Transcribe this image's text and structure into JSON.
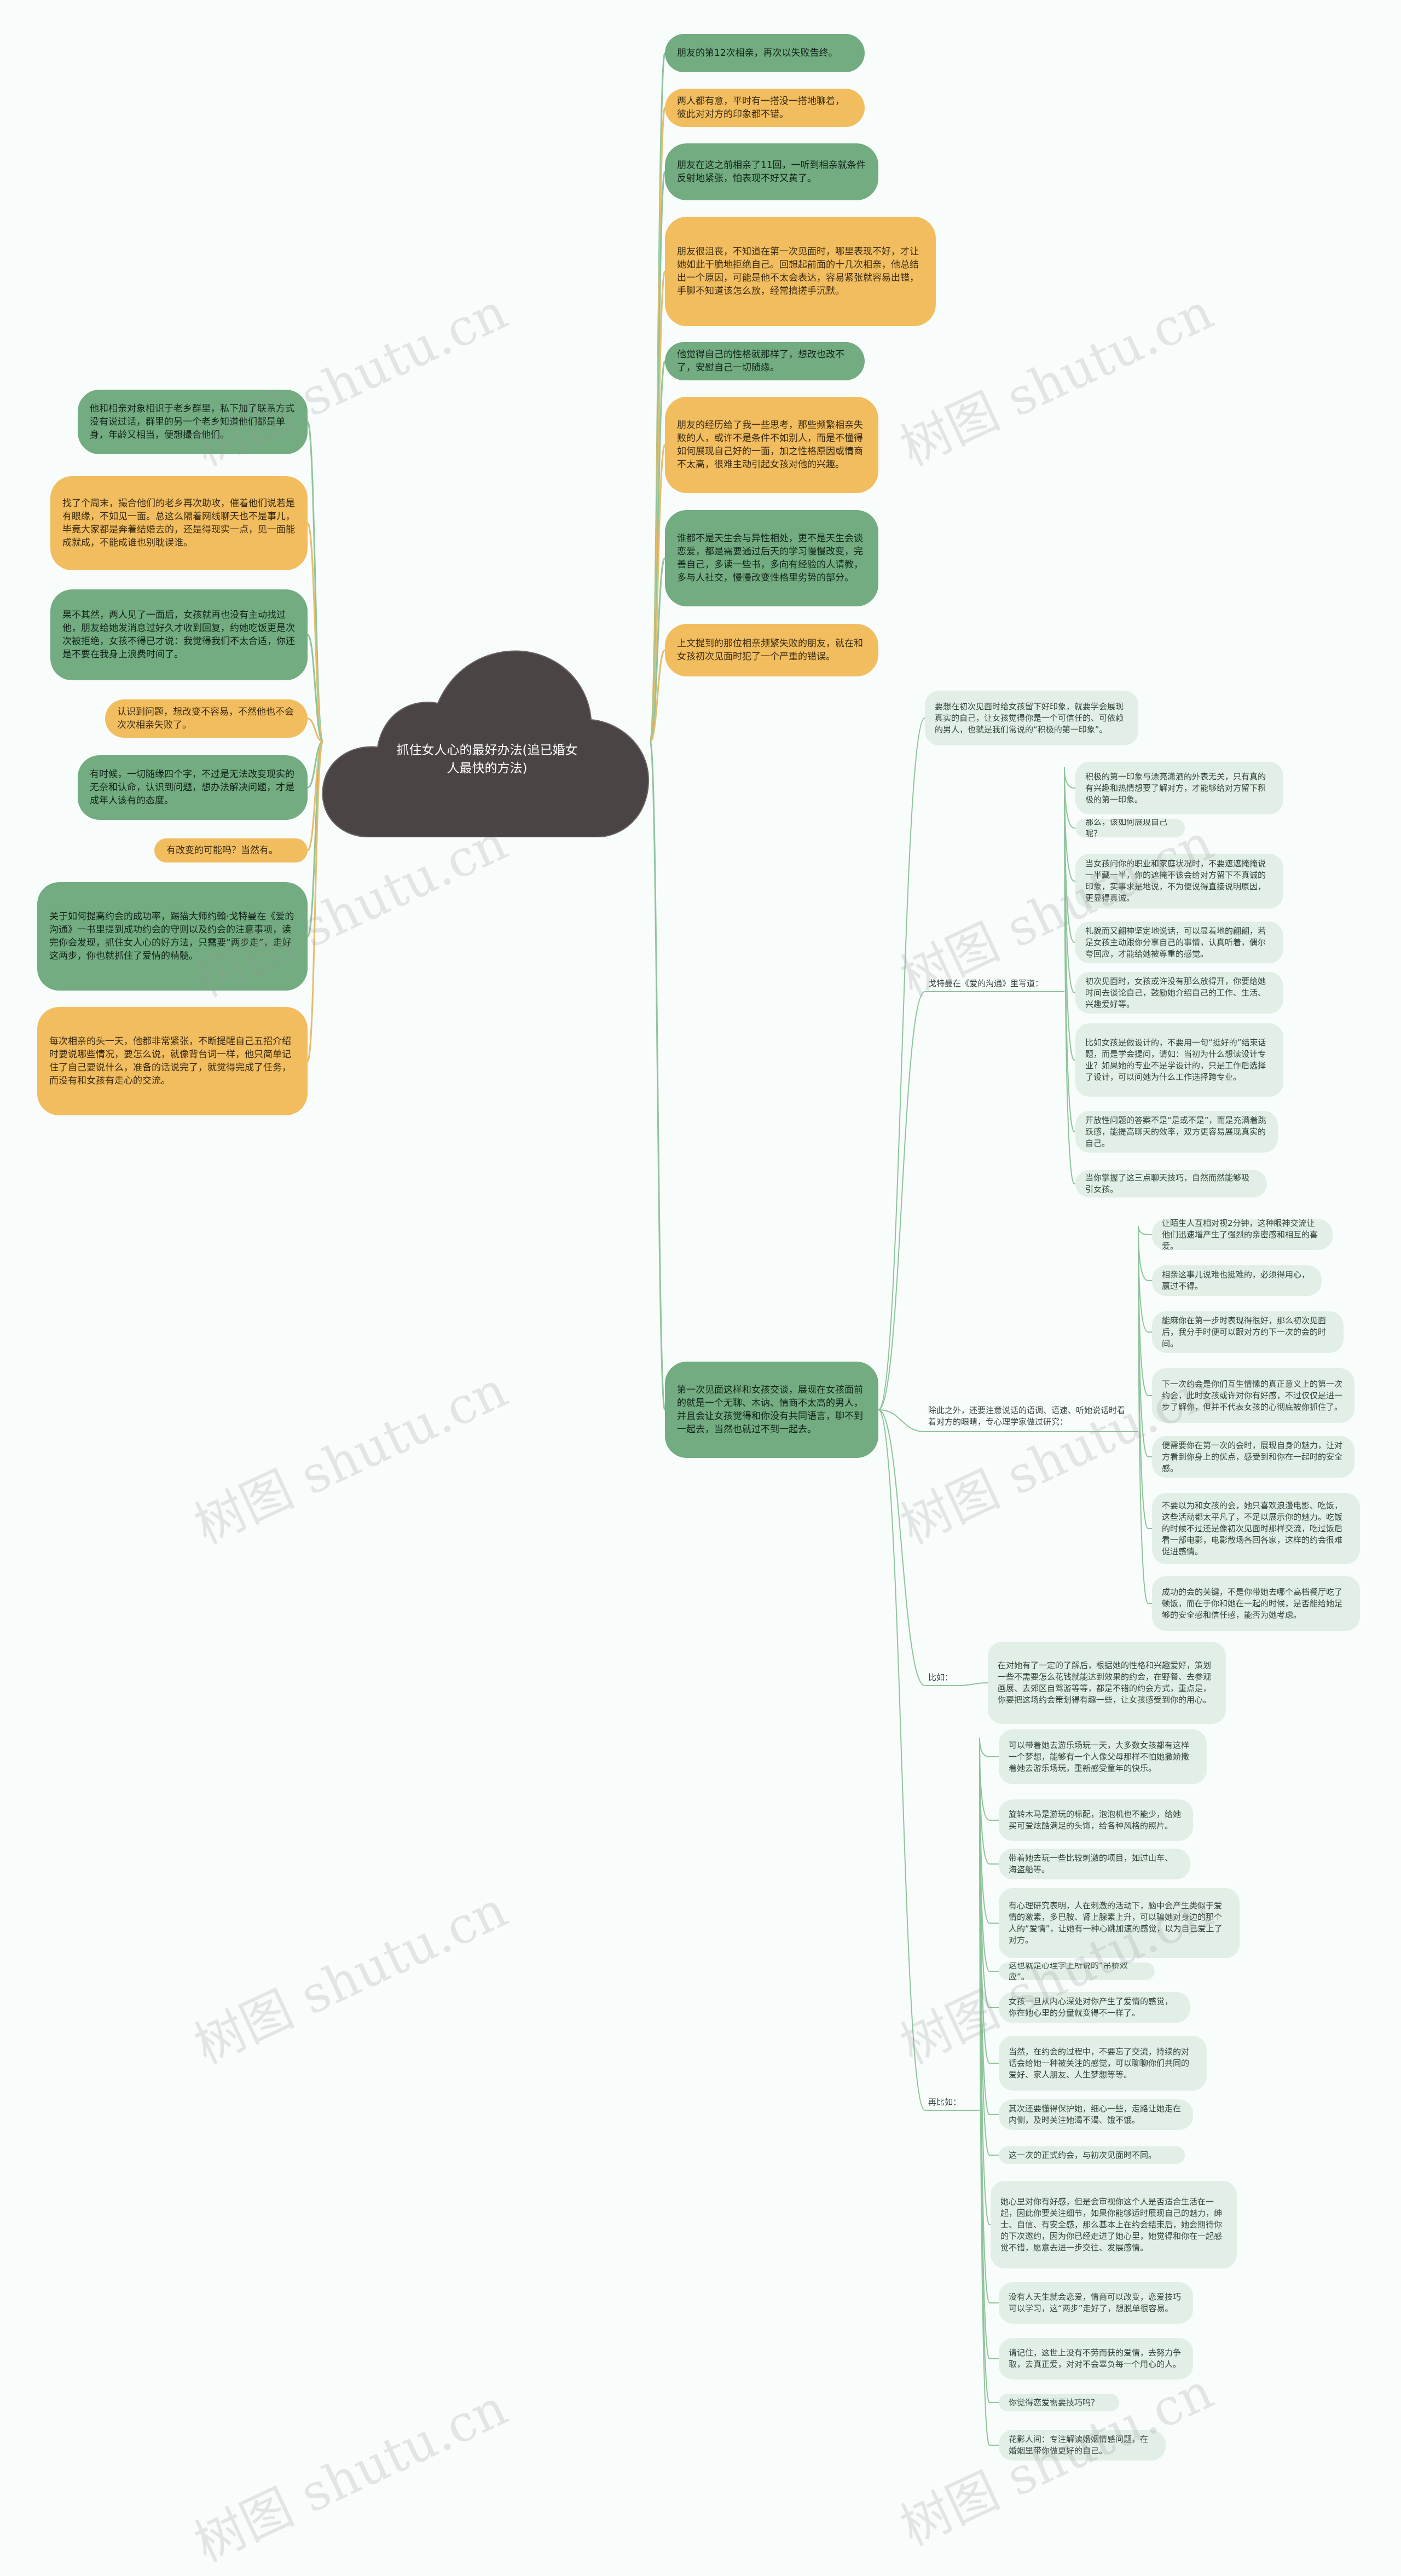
{
  "center": {
    "title": "抓住女人心的最好办法(追已婚女人最快的方法)"
  },
  "watermark": "树图 shutu.cn",
  "colors": {
    "green": "#72ac80",
    "orange": "#f1bd5f",
    "pale": "#e2efe6",
    "center": "#4b4444",
    "line_green": "#8fc49b",
    "line_orange": "#e7bc6a"
  },
  "left_nodes": [
    "他和相亲对象相识于老乡群里，私下加了联系方式没有说过话，群里的另一个老乡知道他们都是单身，年龄又相当，便想撮合他们。",
    "找了个周末，撮合他们的老乡再次助攻，催着他们说若是有眼缘，不如见一面。总这么隔着网线聊天也不是事儿，毕竟大家都是奔着结婚去的，还是得现实一点，见一面能成就成，不能成谁也别耽误谁。",
    "果不其然，两人见了一面后，女孩就再也没有主动找过他，朋友给她发消息过好久才收到回复，约她吃饭更是次次被拒绝，女孩不得已才说：我觉得我们不太合适，你还是不要在我身上浪费时间了。",
    "认识到问题，想改变不容易，不然他也不会次次相亲失败了。",
    "有时候，一切随缘四个字，不过是无法改变现实的无奈和认命，认识到问题，想办法解决问题，才是成年人该有的态度。",
    "有改变的可能吗？当然有。",
    "关于如何提高约会的成功率，踢猫大师约翰·戈特曼在《爱的沟通》一书里提到成功约会的守则以及约会的注意事项，读完你会发现，抓住女人心的好方法，只需要“两步走”，走好这两步，你也就抓住了爱情的精髓。",
    "每次相亲的头一天，他都非常紧张，不断提醒自己五招介绍时要说哪些情况，要怎么说，就像背台词一样，他只简单记住了自己要说什么，准备的话说完了，就觉得完成了任务，而没有和女孩有走心的交流。"
  ],
  "right_top": [
    "朋友的第12次相亲，再次以失败告终。",
    "两人都有意，平时有一搭没一搭地聊着，彼此对对方的印象都不错。",
    "朋友在这之前相亲了11回，一听到相亲就条件反射地紧张，怕表现不好又黄了。",
    "朋友很沮丧，不知道在第一次见面时，哪里表现不好，才让她如此干脆地拒绝自己。回想起前面的十几次相亲，他总结出一个原因，可能是他不太会表达，容易紧张就容易出错，手脚不知道该怎么放，经常搞搓手沉默。",
    "他觉得自己的性格就那样了，想改也改不了，安慰自己一切随缘。",
    "朋友的经历给了我一些思考，那些频繁相亲失败的人，或许不是条件不如别人，而是不懂得如何展现自己好的一面，加之性格原因或情商不太高，很难主动引起女孩对他的兴趣。",
    "谁都不是天生会与异性相处，更不是天生会谈恋爱，都是需要通过后天的学习慢慢改变，完善自己，多读一些书，多向有经验的人请教，多与人社交，慢慢改变性格里劣势的部分。",
    "上文提到的那位相亲频繁失败的朋友，就在和女孩初次见面时犯了一个严重的错误。"
  ],
  "main_branch": "第一次见面这样和女孩交谈，展现在女孩面前的就是一个无聊、木讷、情商不太高的男人，并且会让女孩觉得和你没有共同语言，聊不到一起去，当然也就过不到一起去。",
  "sub1": {
    "intro": "要想在初次见面时给女孩留下好印象，就要学会展现真实的自己，让女孩觉得你是一个可信任的、可依赖的男人，也就是我们常说的“积极的第一印象”。",
    "label": "戈特曼在《爱的沟通》里写道：",
    "items": [
      "积极的第一印象与漂亮潇洒的外表无关，只有真的有兴趣和热情想要了解对方，才能够给对方留下积极的第一印象。",
      "那么，该如何展现自己呢？",
      "当女孩问你的职业和家庭状况时，不要遮遮掩掩说一半藏一半，你的遮掩不该会给对方留下不真诚的印象，实事求是地说，不为便说得直接说明原因，更显得真诚。",
      "礼貌而又翩神坚定地说话，可以显着地的翩翩，若是女孩主动跟你分享自己的事情，认真听着，偶尔夸回应，才能给她被尊重的感觉。",
      "初次见面时，女孩或许没有那么放得开，你要给她时间去谈论自己，鼓励她介绍自己的工作、生活、兴趣爱好等。",
      "比如女孩是做设计的，不要用一句“挺好的”结束话题，而是学会提问，请如：当初为什么想读设计专业？如果她的专业不是学设计的，只是工作后选择了设计，可以问她为什么工作选择跨专业。",
      "开放性问题的答案不是“是或不是”，而是充满着跳跃感，能提高聊天的效率，双方更容易展现真实的自己。",
      "当你掌握了这三点聊天技巧，自然而然能够吸引女孩。"
    ]
  },
  "sub2": {
    "label": "除此之外，还要注意说话的语调、语速、听她说话时看着对方的眼睛，专心理学家做过研究：",
    "items": [
      "让陌生人互相对视2分钟，这种眼神交流让他们迅速增产生了强烈的亲密感和相互的喜爱。",
      "相亲这事儿说难也挺难的，必须得用心，赢过不得。",
      "能麻你在第一步时表现得很好，那么初次见面后，我分手时便可以跟对方约下一次的会的时间。",
      "下一次约会是你们互生情愫的真正意义上的第一次约会，此时女孩或许对你有好感，不过仅仅是进一步了解你，但并不代表女孩的心彻底被你抓住了。",
      "便需要你在第一次的会时，展现自身的魅力，让对方看到你身上的优点，感受到和你在一起时的安全感。",
      "不要以为和女孩的会，她只喜欢浪漫电影、吃饭，这些活动都太平凡了，不足以展示你的魅力。吃饭的时候不过还是像初次见面时那样交流，吃过饭后看一部电影，电影散场各回各家，这样的约会很难促进感情。",
      "成功的会的关键，不是你带她去哪个高档餐厅吃了顿饭，而在于你和她在一起的时候，是否能给她足够的安全感和信任感，能否为她考虑。"
    ]
  },
  "sub3": {
    "label": "比如：",
    "items": [
      "在对她有了一定的了解后，根据她的性格和兴趣爱好，策划一些不需要怎么花钱就能达到效果的约会，在野餐、去参观画展、去郊区自驾游等等，都是不错的约会方式，重点是，你要把这场约会策划得有趣一些，让女孩感受到你的用心。"
    ]
  },
  "sub4": {
    "label": "再比如：",
    "items": [
      "可以带着她去游乐场玩一天，大多数女孩都有这样一个梦想，能够有一个人像父母那样不怕她撒娇撒着她去游乐场玩，重新感受童年的快乐。",
      "旋转木马是游玩的标配，泡泡机也不能少，给她买可爱炫酷满足的头饰，给各种风格的照片。",
      "带着她去玩一些比较刺激的项目，如过山车、海盗船等。",
      "有心理研究表明，人在刺激的活动下，脑中会产生类似于爱情的激素，多巴胺、肾上腺素上升，可以骗她对身边的那个人的“爱情”，让她有一种心跳加速的感觉，以为自己爱上了对方。",
      "这也就是心理学上所说的“吊桥效应”。",
      "女孩一旦从内心深处对你产生了爱情的感觉，你在她心里的分量就变得不一样了。",
      "当然，在约会的过程中，不要忘了交流，持续的对话会给她一种被关注的感觉，可以聊聊你们共同的爱好、家人朋友、人生梦想等等。",
      "其次还要懂得保护她，细心一些，走路让她走在内侧，及时关注她渴不渴、饿不饿。",
      "这一次的正式约会，与初次见面时不同。",
      "她心里对你有好感，但是会审视你这个人是否适合生活在一起，因此你要关注细节，如果你能够适时展现自己的魅力，绅士、自信、有安全感，那么基本上在约会结束后，她会期待你的下次邀约，因为你已经走进了她心里，她觉得和你在一起感觉不错，愿意去进一步交往、发展感情。",
      "没有人天生就会恋爱，情商可以改变，恋爱技巧可以学习，这“两步”走好了，想脱单很容易。",
      "请记住，这世上没有不劳而获的爱情，去努力争取，去真正爱，对对不会辜负每一个用心的人。",
      "你觉得恋爱需要技巧吗？",
      "花影人间：专注解读婚姻情感问题，在婚姻里带你做更好的自己。"
    ]
  }
}
